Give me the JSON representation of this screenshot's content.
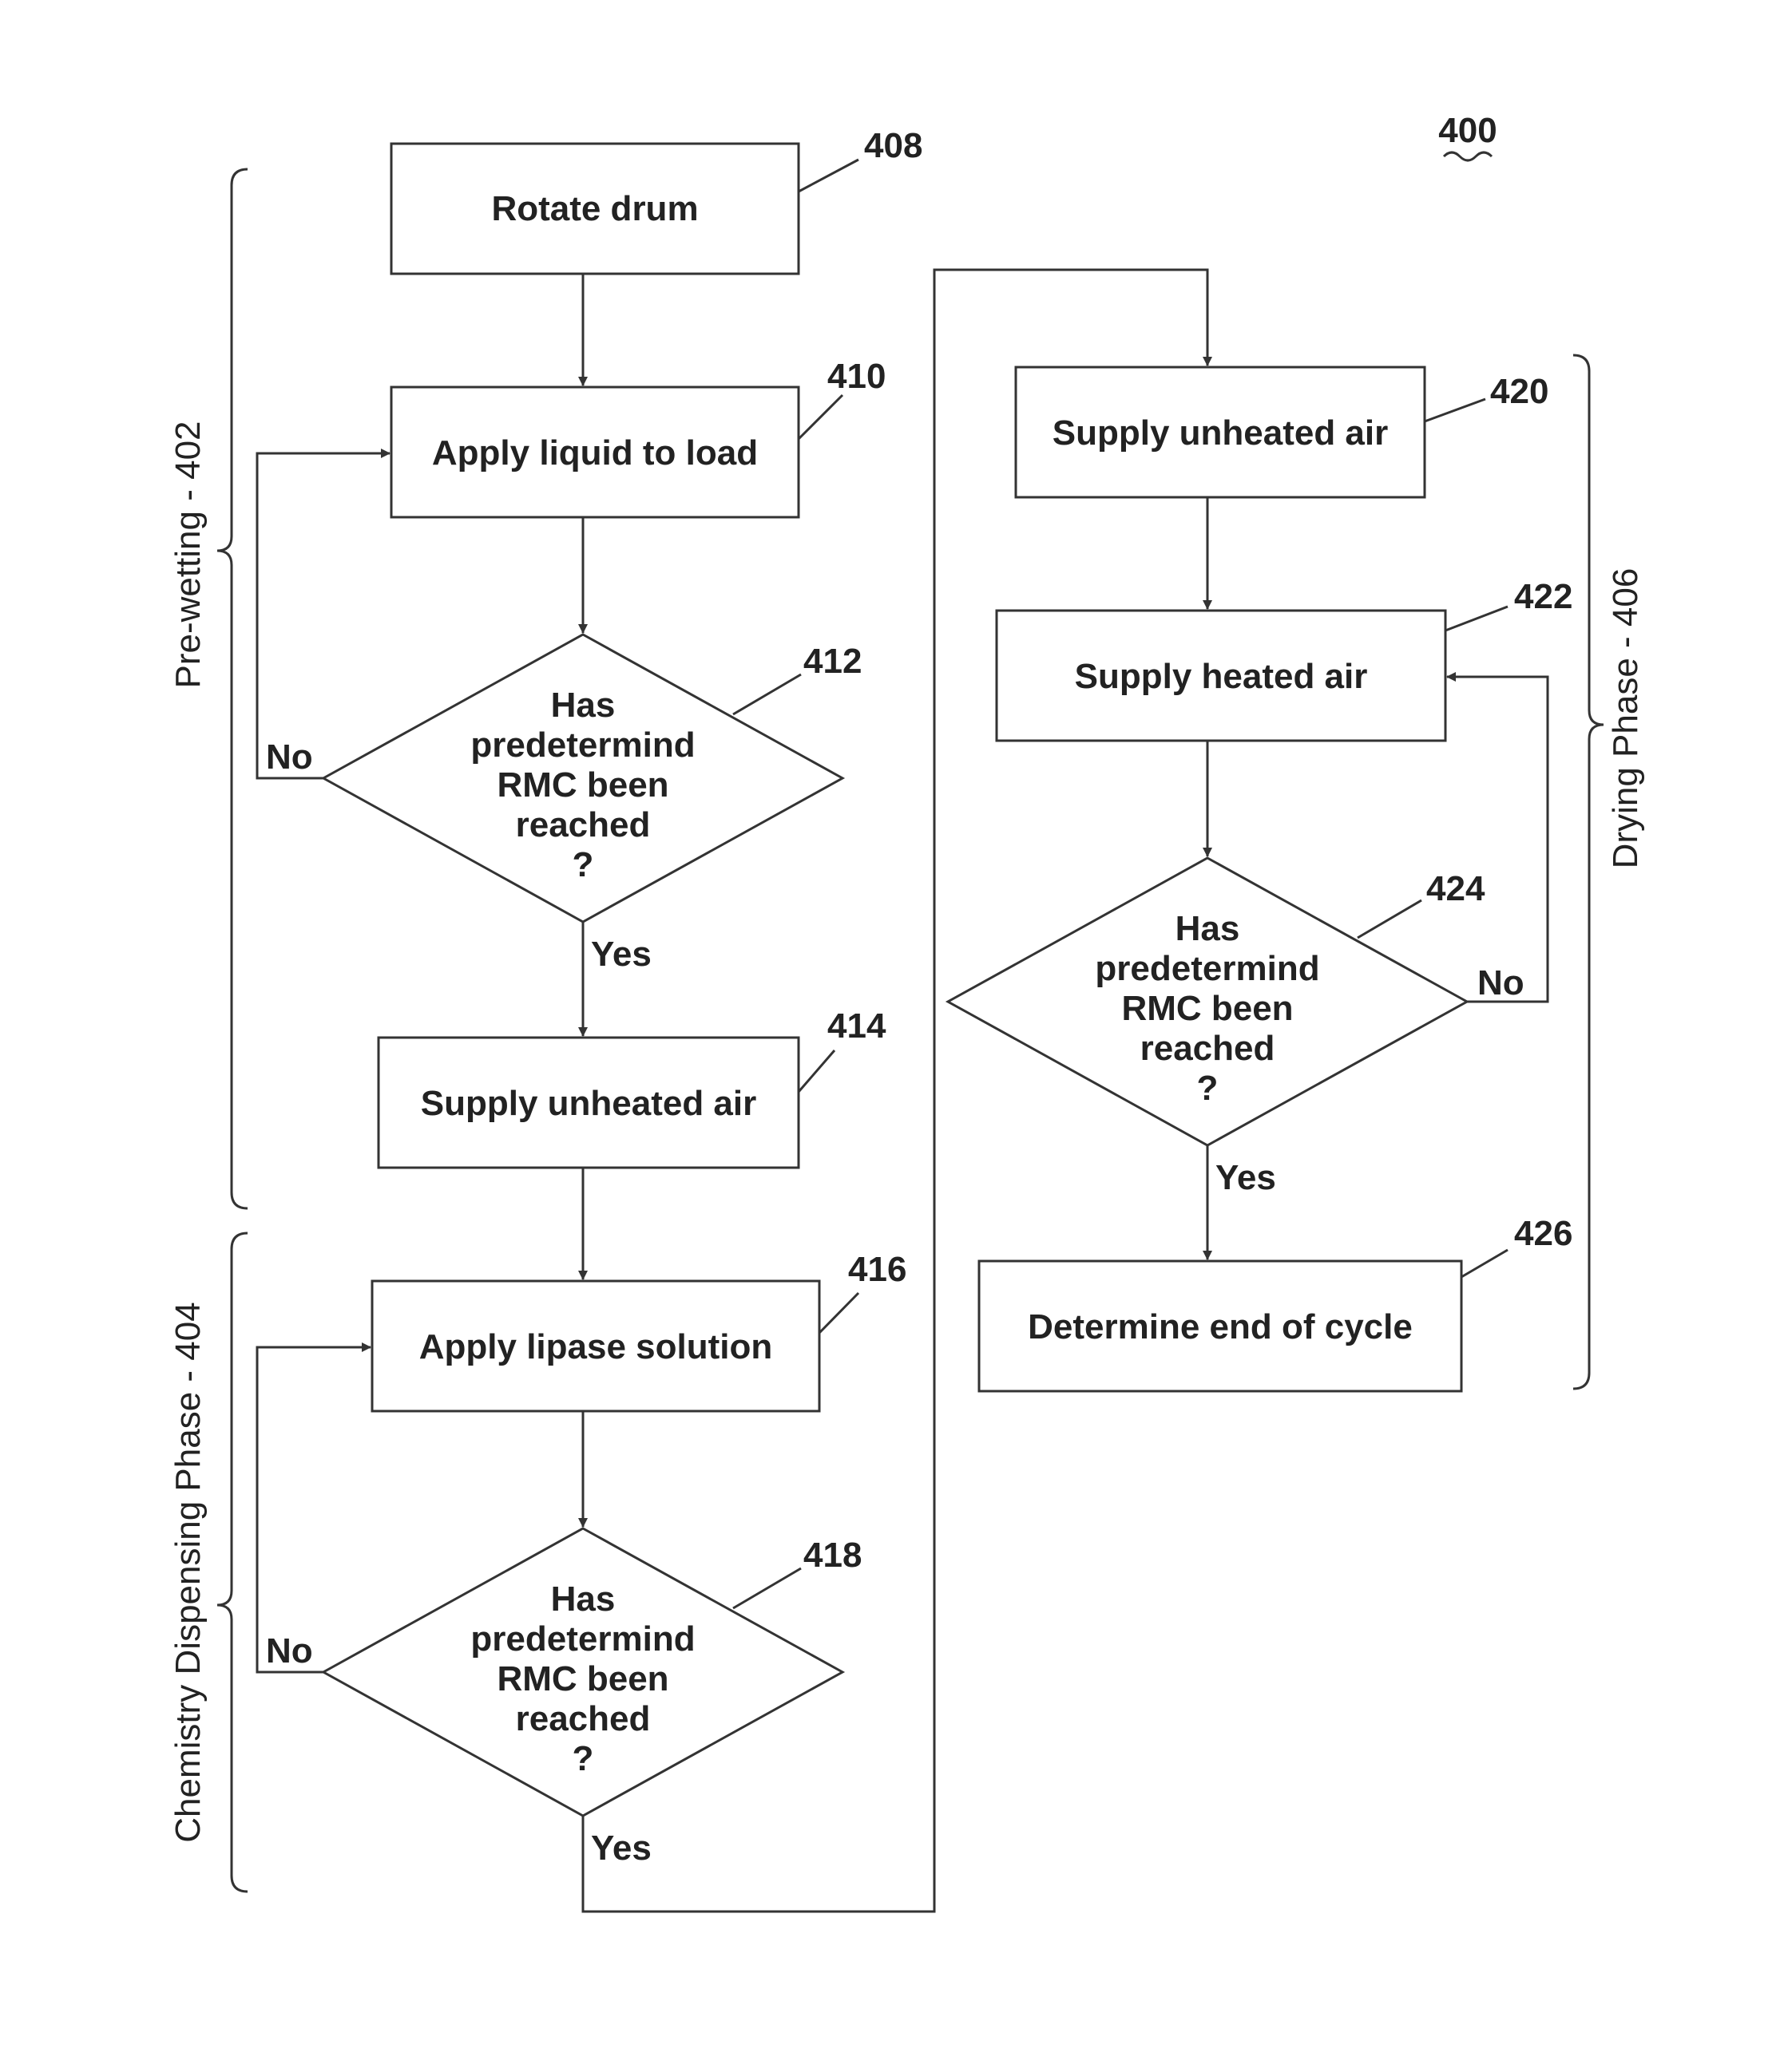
{
  "figure_number": "400",
  "phases": {
    "prewetting": "Pre-wetting - 402",
    "chemistry": "Chemistry Dispensing Phase - 404",
    "drying": "Drying Phase - 406"
  },
  "steps": {
    "s408": {
      "ref": "408",
      "text": "Rotate drum"
    },
    "s410": {
      "ref": "410",
      "text": "Apply liquid to load"
    },
    "s412": {
      "ref": "412",
      "lines": [
        "Has",
        "predetermind",
        "RMC been",
        "reached",
        "?"
      ]
    },
    "s414": {
      "ref": "414",
      "text": "Supply unheated air"
    },
    "s416": {
      "ref": "416",
      "text": "Apply lipase solution"
    },
    "s418": {
      "ref": "418",
      "lines": [
        "Has",
        "predetermind",
        "RMC been",
        "reached",
        "?"
      ]
    },
    "s420": {
      "ref": "420",
      "text": "Supply unheated air"
    },
    "s422": {
      "ref": "422",
      "text": "Supply heated air"
    },
    "s424": {
      "ref": "424",
      "lines": [
        "Has",
        "predetermind",
        "RMC been",
        "reached",
        "?"
      ]
    },
    "s426": {
      "ref": "426",
      "text": "Determine end of cycle"
    }
  },
  "branch_labels": {
    "yes": "Yes",
    "no": "No"
  },
  "colors": {
    "stroke": "#333333",
    "text": "#222222",
    "background": "#ffffff"
  }
}
